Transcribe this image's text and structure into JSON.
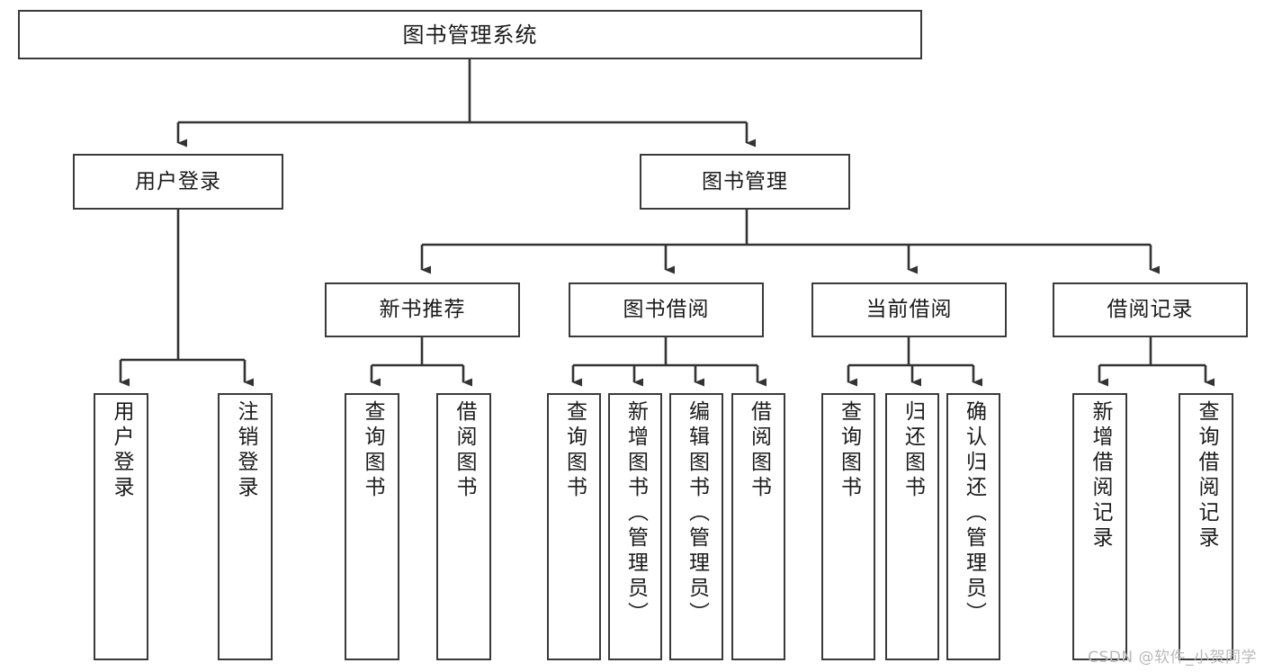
{
  "diagram": {
    "title": "图书管理系统",
    "type": "tree-hierarchy",
    "watermark": "CSDN @软件_小贺同学",
    "colors": {
      "box_border": "#3a3a3a",
      "box_fill": "#ffffff",
      "connector": "#333333",
      "text": "#1b1b1b",
      "watermark": "#b9b9b9",
      "background": "#ffffff"
    },
    "root": {
      "label": "图书管理系统"
    },
    "level1": [
      {
        "label": "用户登录"
      },
      {
        "label": "图书管理"
      }
    ],
    "level2": [
      {
        "label": "新书推荐"
      },
      {
        "label": "图书借阅"
      },
      {
        "label": "当前借阅"
      },
      {
        "label": "借阅记录"
      }
    ],
    "leaves": {
      "user_login": [
        {
          "label": "用户登录"
        },
        {
          "label": "注销登录"
        }
      ],
      "new_book_recommend": [
        {
          "label": "查询图书"
        },
        {
          "label": "借阅图书"
        }
      ],
      "book_borrow": [
        {
          "label": "查询图书"
        },
        {
          "label": "新增图书（管理员）"
        },
        {
          "label": "编辑图书（管理员）"
        },
        {
          "label": "借阅图书"
        }
      ],
      "current_borrow": [
        {
          "label": "查询图书"
        },
        {
          "label": "归还图书"
        },
        {
          "label": "确认归还（管理员）"
        }
      ],
      "borrow_record": [
        {
          "label": "新增借阅记录"
        },
        {
          "label": "查询借阅记录"
        }
      ]
    }
  }
}
